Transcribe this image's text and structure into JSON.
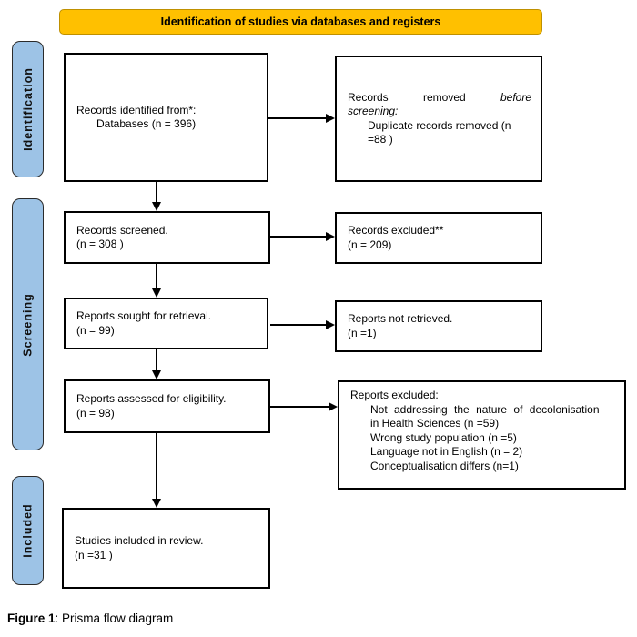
{
  "banner": {
    "label": "Identification of studies via databases and registers"
  },
  "stages": [
    {
      "label": "Identification"
    },
    {
      "label": "Screening"
    },
    {
      "label": "Included"
    }
  ],
  "colors": {
    "banner_fill": "#FFC000",
    "banner_border": "#BF9000",
    "stage_fill": "#9DC3E6",
    "box_border": "#000000"
  },
  "boxes": {
    "identified": {
      "line1": "Records identified from*:",
      "line2": "Databases (n = 396)"
    },
    "removed": {
      "line1_words": [
        "Records",
        "removed",
        "before"
      ],
      "line2": "screening:",
      "detail_line1": "Duplicate records removed (n",
      "detail_line2": "=88 )"
    },
    "screened": {
      "line1": "Records screened.",
      "line2": "(n = 308 )"
    },
    "excluded": {
      "line1": "Records excluded**",
      "line2": "(n = 209)"
    },
    "sought": {
      "line1": "Reports sought for retrieval.",
      "line2": "(n = 99)"
    },
    "not_retrieved": {
      "line1": "Reports not retrieved.",
      "line2": "(n =1)"
    },
    "assessed": {
      "line1": "Reports assessed for eligibility.",
      "line2": "(n = 98)"
    },
    "reports_excluded": {
      "title": "Reports excluded:",
      "reasons": [
        "Not addressing the nature of decolonisation",
        "in Health Sciences (n =59)",
        "Wrong study population (n =5)",
        "Language not in English (n = 2)",
        "Conceptualisation differs (n=1)"
      ]
    },
    "included": {
      "line1": "Studies included in review.",
      "line2": "(n =31 )"
    }
  },
  "caption": {
    "bold": "Figure 1",
    "rest": ": Prisma flow diagram"
  }
}
